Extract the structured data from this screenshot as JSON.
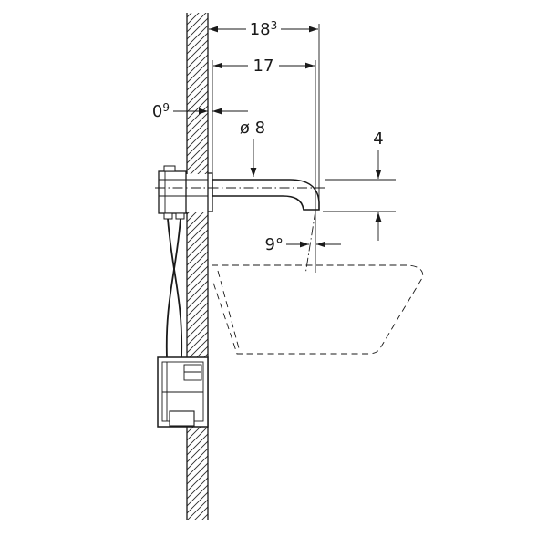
{
  "page": {
    "background": "#ffffff"
  },
  "drawing": {
    "type": "technical-installation-diagram",
    "subject": "wall-mounted-tap-side-view-with-washbasin",
    "colors": {
      "line": "#1a1a1a",
      "background": "#ffffff"
    },
    "dimensions": {
      "depth_to_tip": {
        "main": "18",
        "sup": "3"
      },
      "depth_to_outlet": {
        "value": "17"
      },
      "wall_offset": {
        "main": "0",
        "sup": "9"
      },
      "spout_diameter": {
        "value": "ø 8"
      },
      "outlet_drop": {
        "value": "4"
      },
      "stream_angle": {
        "value": "9°"
      }
    }
  }
}
